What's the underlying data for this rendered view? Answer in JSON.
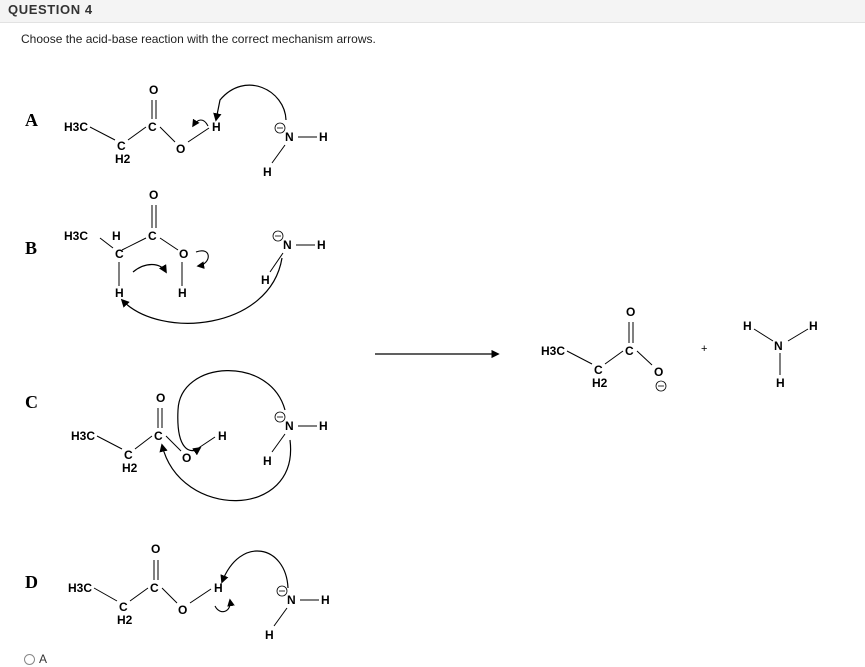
{
  "question": {
    "title": "QUESTION 4",
    "prompt": "Choose the acid-base reaction with the correct mechanism arrows."
  },
  "options": [
    {
      "letter": "A"
    },
    {
      "letter": "B"
    },
    {
      "letter": "C"
    },
    {
      "letter": "D"
    }
  ],
  "answer_choices": [
    {
      "label": "A"
    }
  ],
  "atoms": {
    "H3C": "H3C",
    "C": "C",
    "CH2": "C",
    "H2": "H2",
    "O": "O",
    "H": "H",
    "N": "N",
    "plus": "+"
  }
}
